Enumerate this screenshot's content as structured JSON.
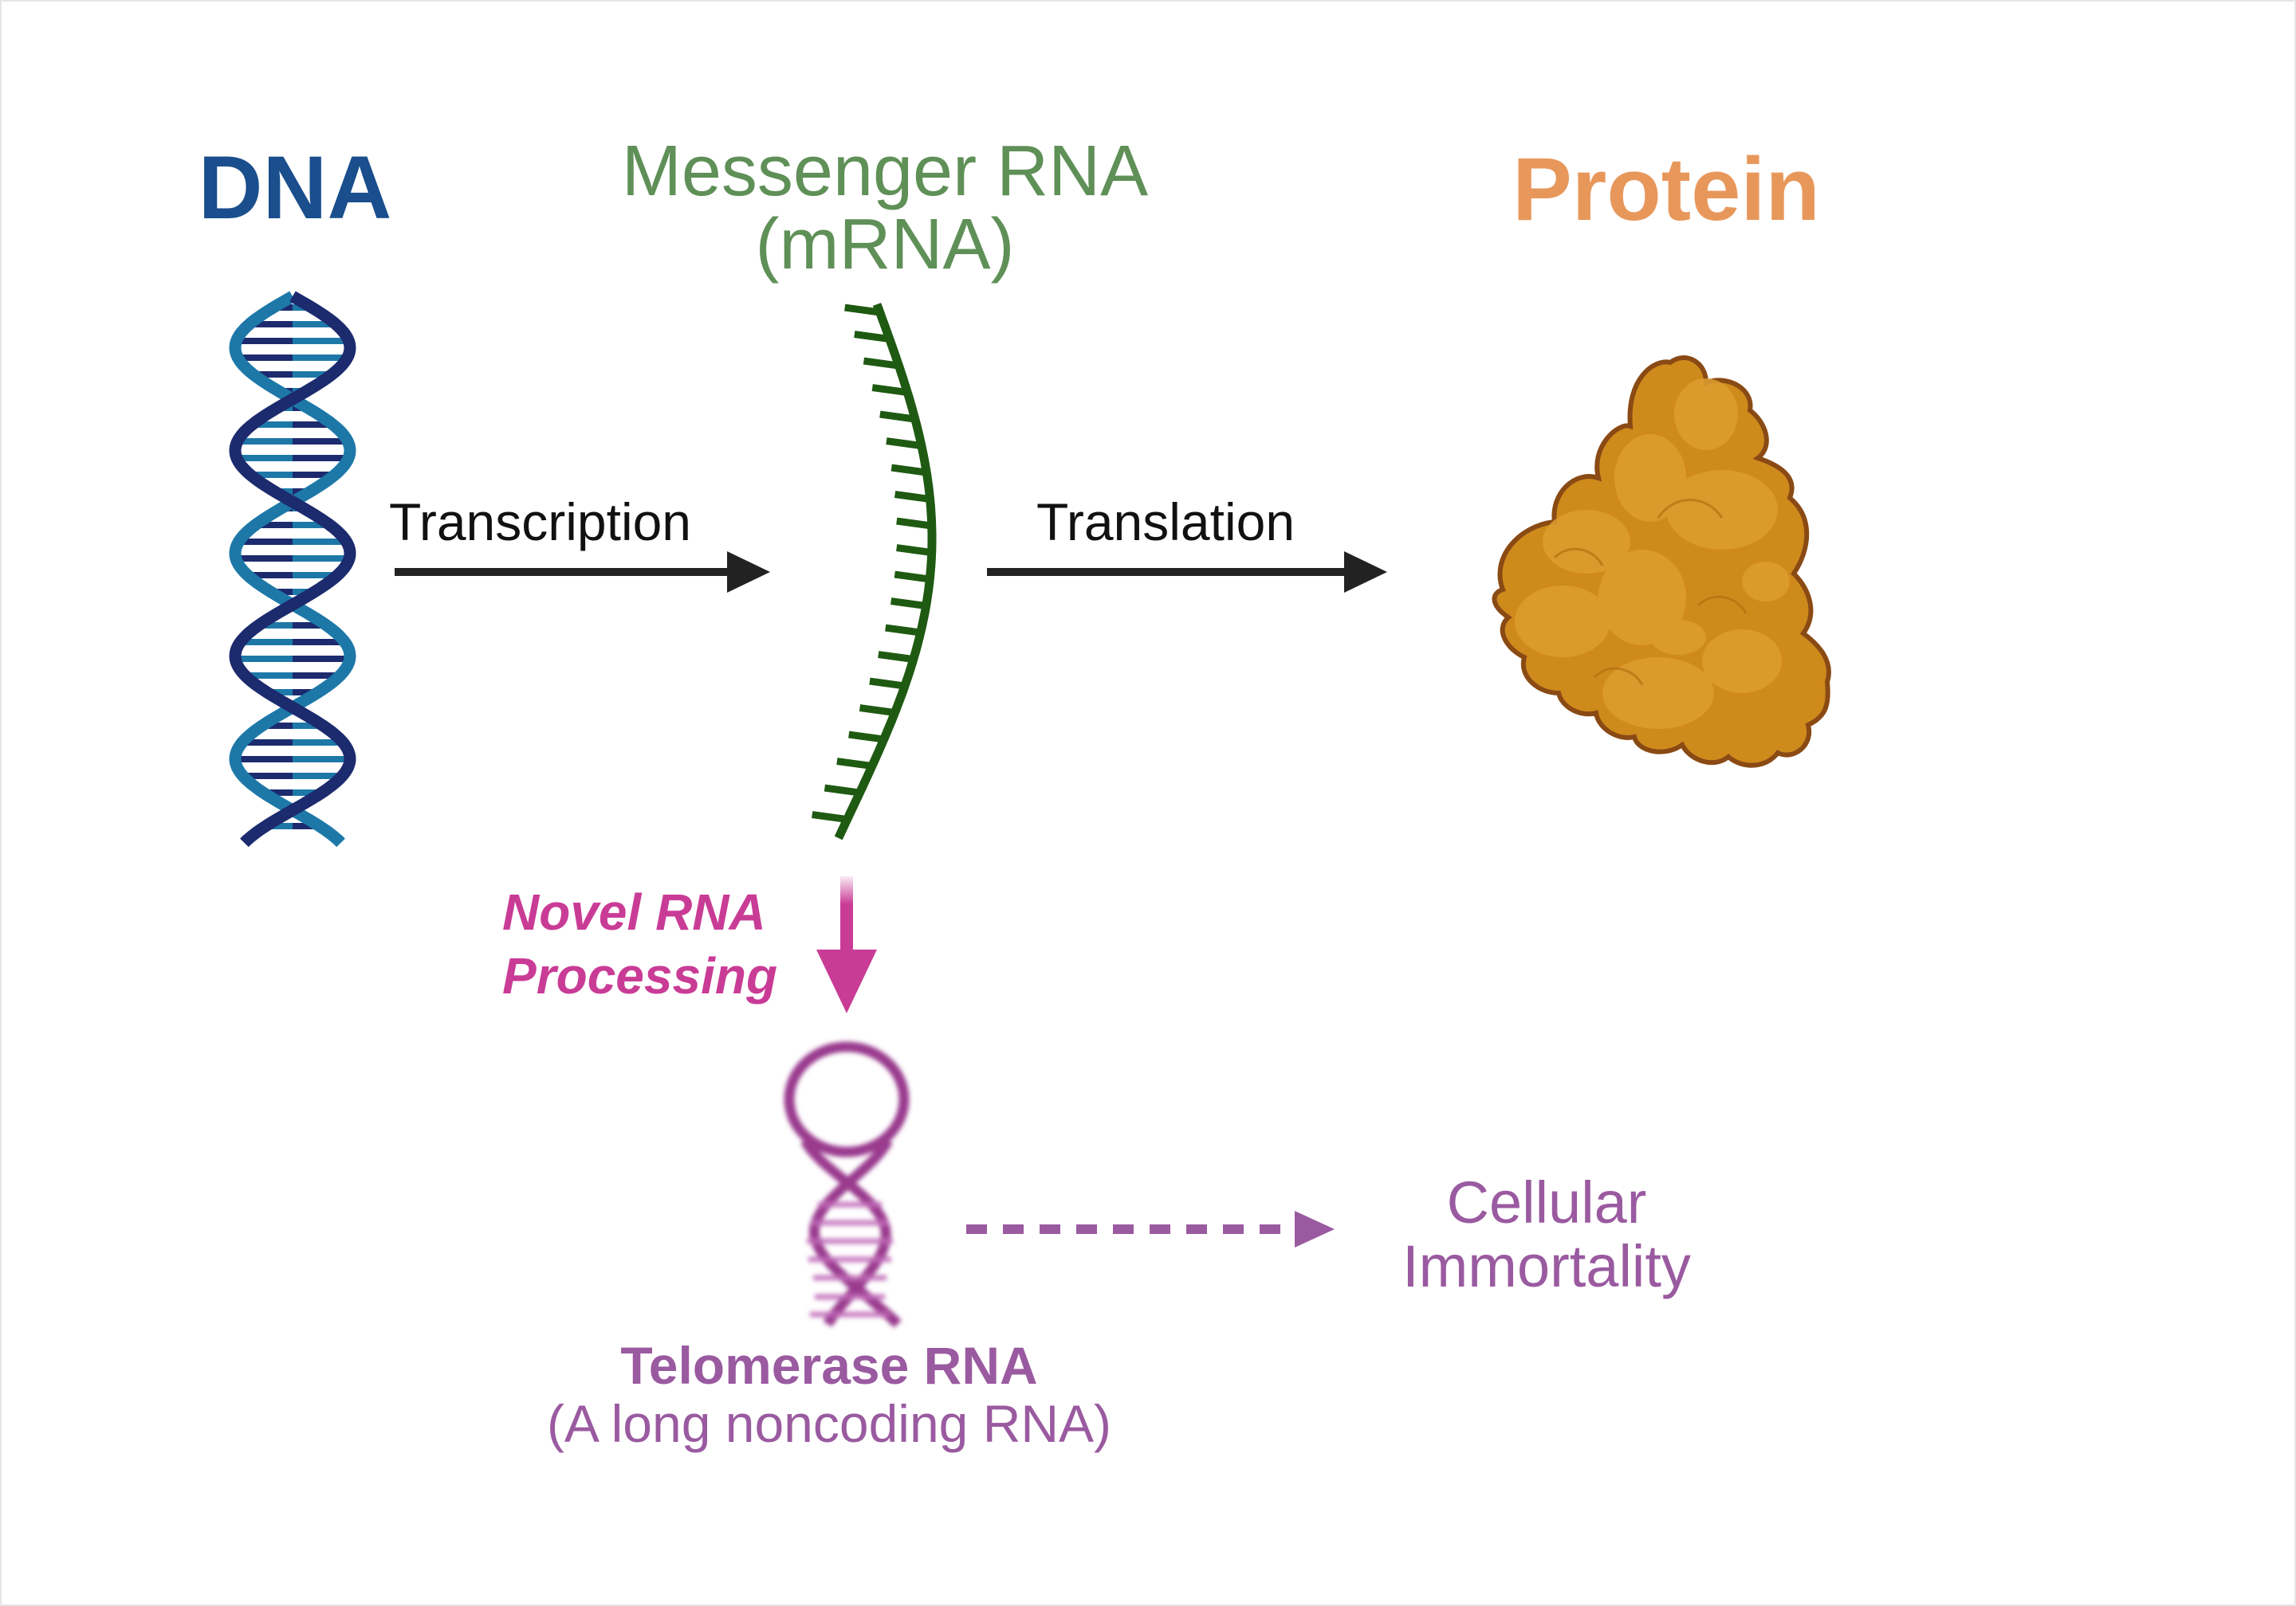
{
  "diagram": {
    "dna_label": "DNA",
    "mrna_label_line1": "Messenger RNA",
    "mrna_label_line2": "(mRNA)",
    "protein_label": "Protein",
    "transcription_label": "Transcription",
    "translation_label": "Translation",
    "novel_processing_line1": "Novel RNA",
    "novel_processing_line2": "Processing",
    "telomerase_name": "Telomerase RNA",
    "telomerase_subtitle": "(A long noncoding RNA)",
    "outcome_line1": "Cellular",
    "outcome_line2": "Immortality"
  },
  "colors": {
    "dna_title": "#1a4e8c",
    "dna_strand_dark": "#1c2a6e",
    "dna_strand_light": "#1d78a8",
    "mrna": "#1f5a12",
    "mrna_title": "#5f9057",
    "protein_fill": "#cf8a1c",
    "protein_outline": "#8a4a14",
    "protein_title": "#e8975b",
    "arrow": "#222222",
    "novel": "#c93c96",
    "telomerase": "#9a3a8e",
    "outcome": "#9a5aa0"
  }
}
